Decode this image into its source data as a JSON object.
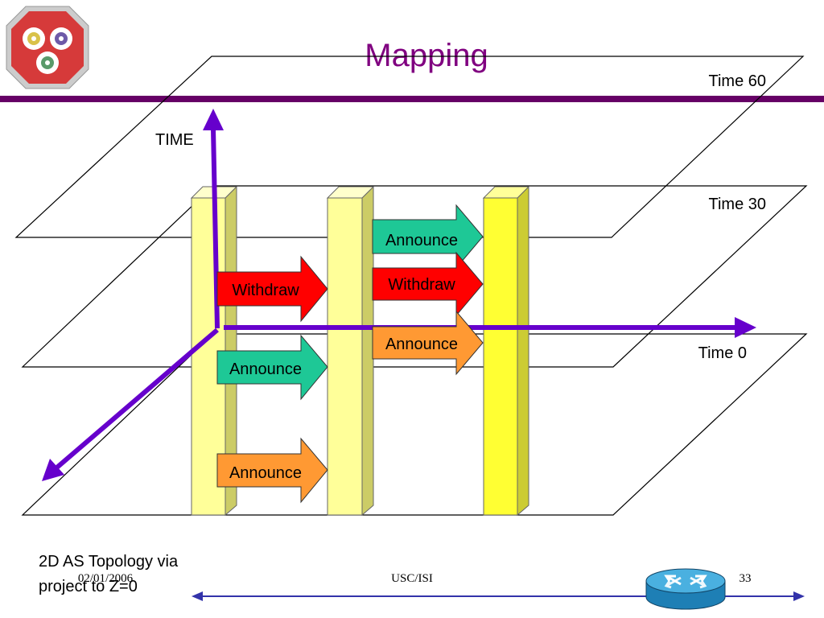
{
  "slide": {
    "title": "Mapping",
    "time_axis_label": "TIME",
    "plane_labels": [
      "Time 60",
      "Time 30",
      "Time 0"
    ],
    "arrows": [
      {
        "label": "Announce",
        "color": "#1ec896"
      },
      {
        "label": "Withdraw",
        "color": "#ff0000"
      },
      {
        "label": "Withdraw",
        "color": "#ff0000"
      },
      {
        "label": "Announce",
        "color": "#ff9933"
      },
      {
        "label": "Announce",
        "color": "#1ec896"
      },
      {
        "label": "Announce",
        "color": "#ff9933"
      }
    ],
    "caption_line1": "2D AS Topology via",
    "caption_line2": "project to Z=0"
  },
  "footer": {
    "date": "02/01/2006",
    "org": "USC/ISI",
    "page": "33"
  },
  "colors": {
    "title": "#800080",
    "rule": "#660066",
    "axis": "#6600cc",
    "pillar": "#ffff99",
    "pillar_bright": "#ffff33",
    "footer_line": "#3333aa"
  },
  "icons": [
    "logo-octagon-icon",
    "router-icon"
  ]
}
